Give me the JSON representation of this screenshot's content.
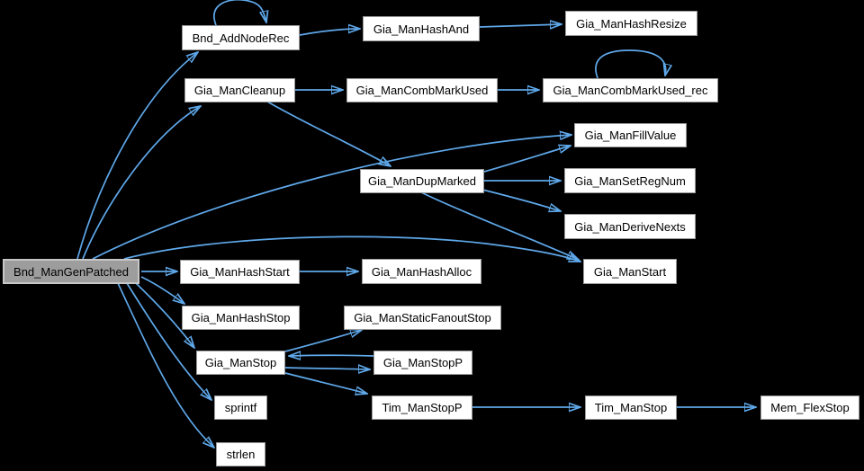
{
  "diagram": {
    "type": "call-graph",
    "background_color": "#000000",
    "edge_color": "#5fa8ea",
    "node_fill_color": "#ffffff",
    "node_border_color": "#9a9a9a",
    "highlight_fill_color": "#9d9d9d",
    "highlight_border_color": "#c6c6c6",
    "nodes": [
      {
        "id": "Bnd_AddNodeRec",
        "label": "Bnd_AddNodeRec",
        "highlighted": false
      },
      {
        "id": "Gia_ManHashAnd",
        "label": "Gia_ManHashAnd",
        "highlighted": false
      },
      {
        "id": "Gia_ManHashResize",
        "label": "Gia_ManHashResize",
        "highlighted": false
      },
      {
        "id": "Gia_ManCleanup",
        "label": "Gia_ManCleanup",
        "highlighted": false
      },
      {
        "id": "Gia_ManCombMarkUsed",
        "label": "Gia_ManCombMarkUsed",
        "highlighted": false
      },
      {
        "id": "Gia_ManCombMarkUsed_rec",
        "label": "Gia_ManCombMarkUsed_rec",
        "highlighted": false
      },
      {
        "id": "Gia_ManFillValue",
        "label": "Gia_ManFillValue",
        "highlighted": false
      },
      {
        "id": "Gia_ManDupMarked",
        "label": "Gia_ManDupMarked",
        "highlighted": false
      },
      {
        "id": "Gia_ManSetRegNum",
        "label": "Gia_ManSetRegNum",
        "highlighted": false
      },
      {
        "id": "Gia_ManDeriveNexts",
        "label": "Gia_ManDeriveNexts",
        "highlighted": false
      },
      {
        "id": "Bnd_ManGenPatched",
        "label": "Bnd_ManGenPatched",
        "highlighted": true
      },
      {
        "id": "Gia_ManHashStart",
        "label": "Gia_ManHashStart",
        "highlighted": false
      },
      {
        "id": "Gia_ManHashAlloc",
        "label": "Gia_ManHashAlloc",
        "highlighted": false
      },
      {
        "id": "Gia_ManStart",
        "label": "Gia_ManStart",
        "highlighted": false
      },
      {
        "id": "Gia_ManHashStop",
        "label": "Gia_ManHashStop",
        "highlighted": false
      },
      {
        "id": "Gia_ManStaticFanoutStop",
        "label": "Gia_ManStaticFanoutStop",
        "highlighted": false
      },
      {
        "id": "Gia_ManStop",
        "label": "Gia_ManStop",
        "highlighted": false
      },
      {
        "id": "Gia_ManStopP",
        "label": "Gia_ManStopP",
        "highlighted": false
      },
      {
        "id": "sprintf",
        "label": "sprintf",
        "highlighted": false
      },
      {
        "id": "Tim_ManStopP",
        "label": "Tim_ManStopP",
        "highlighted": false
      },
      {
        "id": "Tim_ManStop",
        "label": "Tim_ManStop",
        "highlighted": false
      },
      {
        "id": "Mem_FlexStop",
        "label": "Mem_FlexStop",
        "highlighted": false
      },
      {
        "id": "strlen",
        "label": "strlen",
        "highlighted": false
      }
    ],
    "edges": [
      {
        "from": "Bnd_ManGenPatched",
        "to": "Bnd_AddNodeRec"
      },
      {
        "from": "Bnd_ManGenPatched",
        "to": "Gia_ManCleanup"
      },
      {
        "from": "Bnd_ManGenPatched",
        "to": "Gia_ManFillValue"
      },
      {
        "from": "Bnd_ManGenPatched",
        "to": "Gia_ManStart"
      },
      {
        "from": "Bnd_ManGenPatched",
        "to": "Gia_ManHashStart"
      },
      {
        "from": "Bnd_ManGenPatched",
        "to": "Gia_ManHashStop"
      },
      {
        "from": "Bnd_ManGenPatched",
        "to": "Gia_ManStop"
      },
      {
        "from": "Bnd_ManGenPatched",
        "to": "sprintf"
      },
      {
        "from": "Bnd_ManGenPatched",
        "to": "strlen"
      },
      {
        "from": "Bnd_AddNodeRec",
        "to": "Bnd_AddNodeRec"
      },
      {
        "from": "Bnd_AddNodeRec",
        "to": "Gia_ManHashAnd"
      },
      {
        "from": "Gia_ManHashAnd",
        "to": "Gia_ManHashResize"
      },
      {
        "from": "Gia_ManCleanup",
        "to": "Gia_ManCombMarkUsed"
      },
      {
        "from": "Gia_ManCleanup",
        "to": "Gia_ManDupMarked"
      },
      {
        "from": "Gia_ManCombMarkUsed",
        "to": "Gia_ManCombMarkUsed_rec"
      },
      {
        "from": "Gia_ManCombMarkUsed_rec",
        "to": "Gia_ManCombMarkUsed_rec"
      },
      {
        "from": "Gia_ManDupMarked",
        "to": "Gia_ManFillValue"
      },
      {
        "from": "Gia_ManDupMarked",
        "to": "Gia_ManSetRegNum"
      },
      {
        "from": "Gia_ManDupMarked",
        "to": "Gia_ManDeriveNexts"
      },
      {
        "from": "Gia_ManDupMarked",
        "to": "Gia_ManStart"
      },
      {
        "from": "Gia_ManHashStart",
        "to": "Gia_ManHashAlloc"
      },
      {
        "from": "Gia_ManStop",
        "to": "Gia_ManStaticFanoutStop"
      },
      {
        "from": "Gia_ManStop",
        "to": "Gia_ManStopP"
      },
      {
        "from": "Gia_ManStopP",
        "to": "Gia_ManStop"
      },
      {
        "from": "Gia_ManStop",
        "to": "Tim_ManStopP"
      },
      {
        "from": "Tim_ManStopP",
        "to": "Tim_ManStop"
      },
      {
        "from": "Tim_ManStop",
        "to": "Mem_FlexStop"
      }
    ]
  }
}
